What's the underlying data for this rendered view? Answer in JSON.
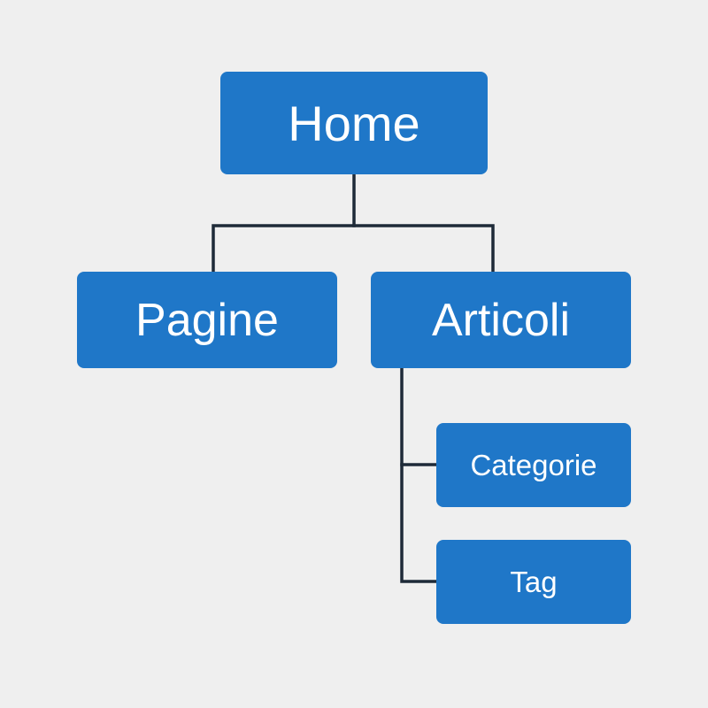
{
  "colors": {
    "background": "#efefef",
    "node_fill": "#1f77c8",
    "node_text": "#ffffff",
    "connector": "#1e2a38"
  },
  "nodes": {
    "home": "Home",
    "pagine": "Pagine",
    "articoli": "Articoli",
    "categorie": "Categorie",
    "tag": "Tag"
  },
  "edges": [
    [
      "home",
      "pagine"
    ],
    [
      "home",
      "articoli"
    ],
    [
      "articoli",
      "categorie"
    ],
    [
      "articoli",
      "tag"
    ]
  ]
}
